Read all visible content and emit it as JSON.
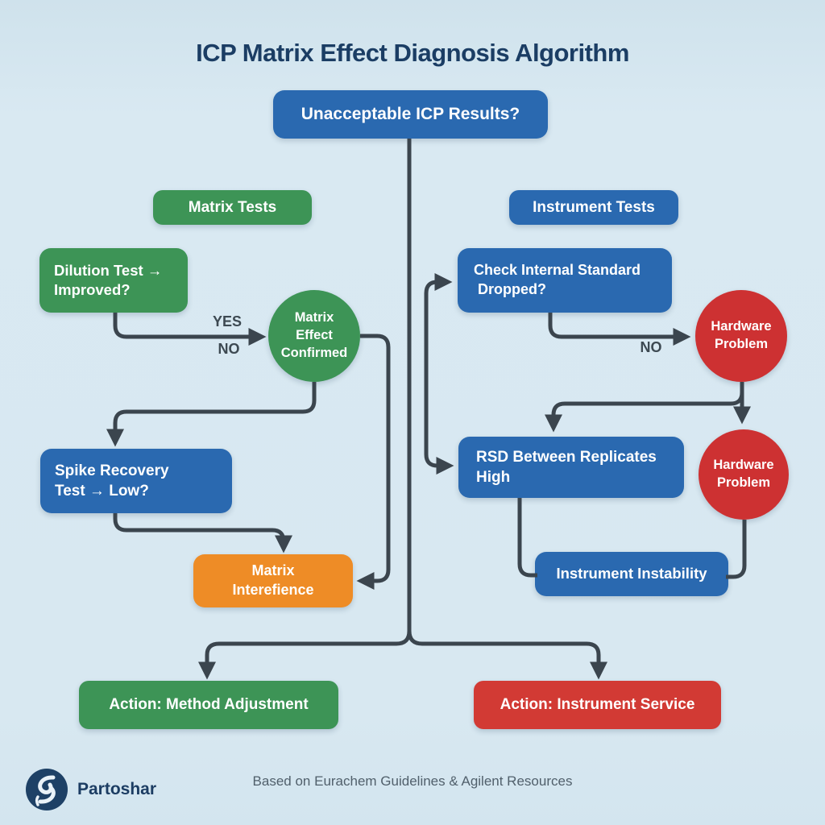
{
  "title": "ICP Matrix Effect Diagnosis Algorithm",
  "nodes": {
    "start": {
      "label": "Unacceptable ICP Results?"
    },
    "matrix_tests_header": {
      "label": "Matrix Tests"
    },
    "instrument_tests_header": {
      "label": "Instrument Tests"
    },
    "dilution": {
      "label": "Dilution Test →\nImproved?"
    },
    "matrix_effect_confirmed": {
      "label": "Matrix\nEffect\nConfirmed"
    },
    "spike_recovery": {
      "label": "Spike Recovery\nTest → Low?"
    },
    "matrix_interference": {
      "label": "Matrix\nInterefience"
    },
    "check_internal_standard": {
      "label": "Check Internal Standard\n Dropped?"
    },
    "hardware_problem_1": {
      "label": "Hardware\nProblem"
    },
    "rsd_replicates": {
      "label": "RSD Between Replicates\nHigh"
    },
    "hardware_problem_2": {
      "label": "Hardware\nProblem"
    },
    "instrument_instability": {
      "label": "Instrument Instability"
    },
    "action_method": {
      "label": "Action: Method Adjustment"
    },
    "action_service": {
      "label": "Action: Instrument Service"
    }
  },
  "edge_labels": {
    "yes": "YES",
    "no_left": "NO",
    "no_right": "NO"
  },
  "footer": {
    "credit": "Based on Eurachem Guidelines & Agilent Resources",
    "brand": "Partoshar"
  },
  "colors": {
    "background": "#d8e8f1",
    "blue_node": "#2a69b0",
    "green_node": "#3d9456",
    "red_circle": "#cd3132",
    "red_action": "#d23a34",
    "orange_node": "#ee8c26",
    "connector": "#3b454e",
    "title_text": "#1b3d64",
    "node_text": "#ffffff",
    "footer_text": "#51606c"
  }
}
